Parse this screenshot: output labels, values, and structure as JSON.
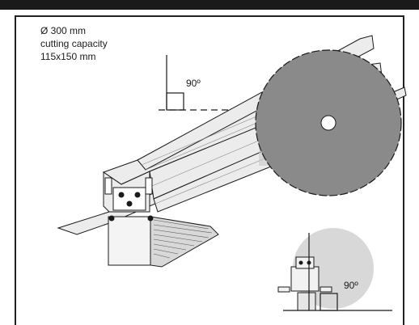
{
  "spec": {
    "diameter": "Ø 300 mm",
    "capacity_label": "cutting capacity",
    "capacity_value": "115x150 mm"
  },
  "angles": {
    "top": "90º",
    "bottom": "90º"
  },
  "colors": {
    "blade": "#8a8a8a",
    "blade_light": "#c8c8c8",
    "profile": "#ececec",
    "line": "#1a1a1a"
  }
}
